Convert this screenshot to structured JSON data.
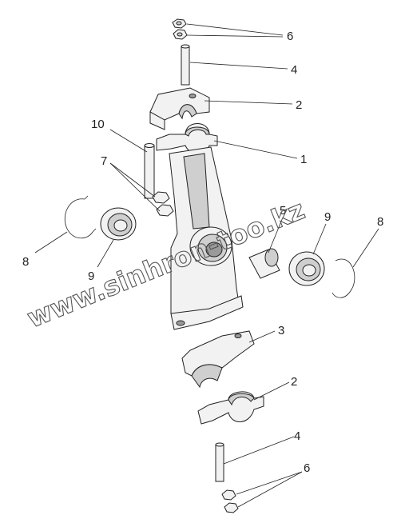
{
  "labels": {
    "l6a": "6",
    "l4a": "4",
    "l2a": "2",
    "l1": "1",
    "l10": "10",
    "l7": "7",
    "l5": "5",
    "l9r": "9",
    "l8r": "8",
    "l8l": "8",
    "l9l": "9",
    "l3": "3",
    "l2b": "2",
    "l4b": "4",
    "l6b": "6"
  },
  "watermark": "www.sinhron-too.kz"
}
